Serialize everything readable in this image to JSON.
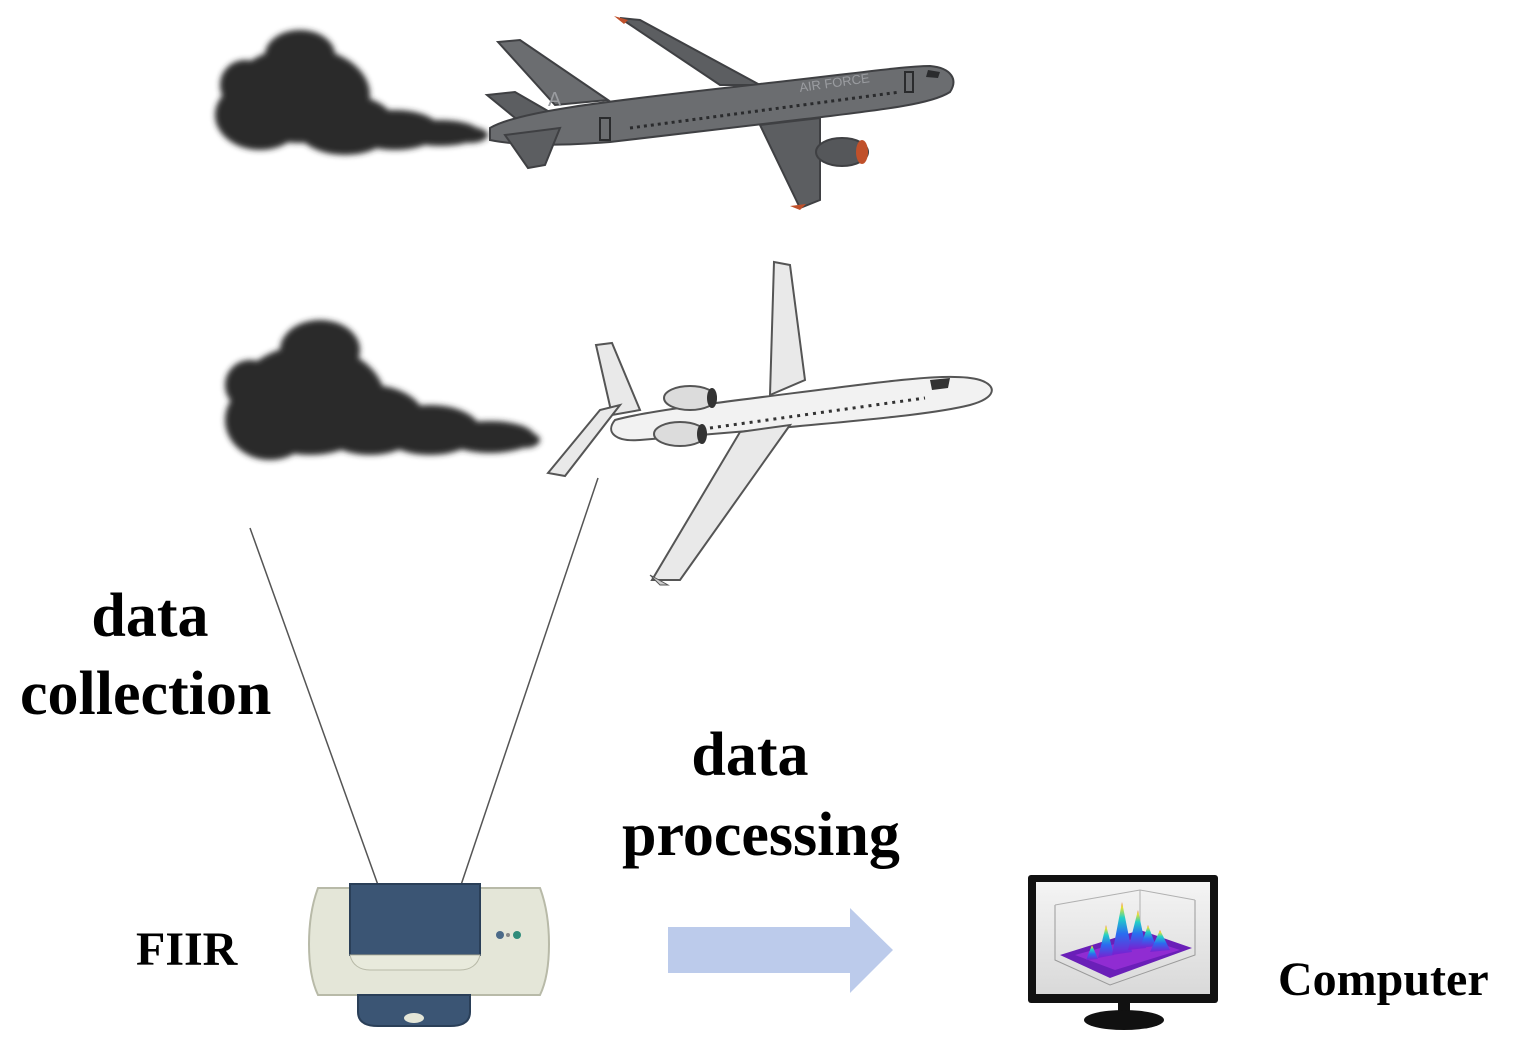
{
  "labels": {
    "data_collection_line1": "data",
    "data_collection_line2": "collection",
    "data_processing_line1": "data",
    "data_processing_line2": "processing",
    "fiir": "FIIR",
    "computer": "Computer",
    "plane1_livery": "AIR FORCE",
    "plane1_tail": "A"
  },
  "colors": {
    "smoke": "#2b2b2b",
    "military_plane": "#6b6d70",
    "airliner": "#f2f2f2",
    "arrow": "#bccbeb",
    "instrument_body": "#e4e6d8",
    "instrument_panel": "#3b5574",
    "beam_line": "#555555"
  },
  "icons": {
    "plane1": "military-jet-icon",
    "plane2": "airliner-icon",
    "instrument": "fiir-spectrometer-icon",
    "computer": "monitor-with-3d-plot-icon",
    "arrow": "right-arrow-icon"
  }
}
